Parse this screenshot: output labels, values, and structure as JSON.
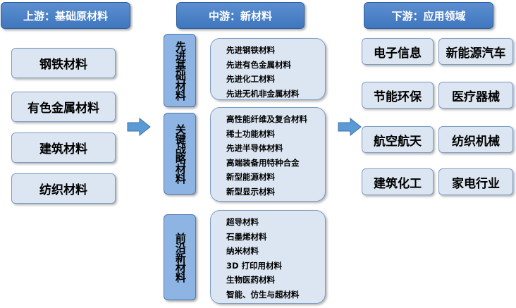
{
  "columns": {
    "upstream": {
      "header": "上游：基础原材料",
      "items": [
        "钢铁材料",
        "有色金属材料",
        "建筑材料",
        "纺织材料"
      ]
    },
    "midstream": {
      "header": "中游：新材料",
      "groups": [
        {
          "label": "先进基础材料",
          "items": [
            "先进钢铁材料",
            "先进有色金属材料",
            "先进化工材料",
            "先进无机非金属材料"
          ]
        },
        {
          "label": "关键战略材料",
          "items": [
            "高性能纤维及复合材料",
            "稀土功能材料",
            "先进半导体材料",
            "高端装备用特种合金",
            "新型能源材料",
            "新型显示材料"
          ]
        },
        {
          "label": "前沿新材料",
          "items": [
            "超导材料",
            "石墨烯材料",
            "纳米材料",
            "3D 打印用材料",
            "生物医药材料",
            "智能、仿生与超材料"
          ]
        }
      ]
    },
    "downstream": {
      "header": "下游：应用领域",
      "items": [
        "电子信息",
        "新能源汽车",
        "节能环保",
        "医疗器械",
        "航空航天",
        "纺织机械",
        "建筑化工",
        "家电行业"
      ]
    }
  },
  "colors": {
    "header": "#4a80c6",
    "box": "#dce6f2",
    "category": "#8eb4e3",
    "arrow": "#5b9bd5"
  }
}
